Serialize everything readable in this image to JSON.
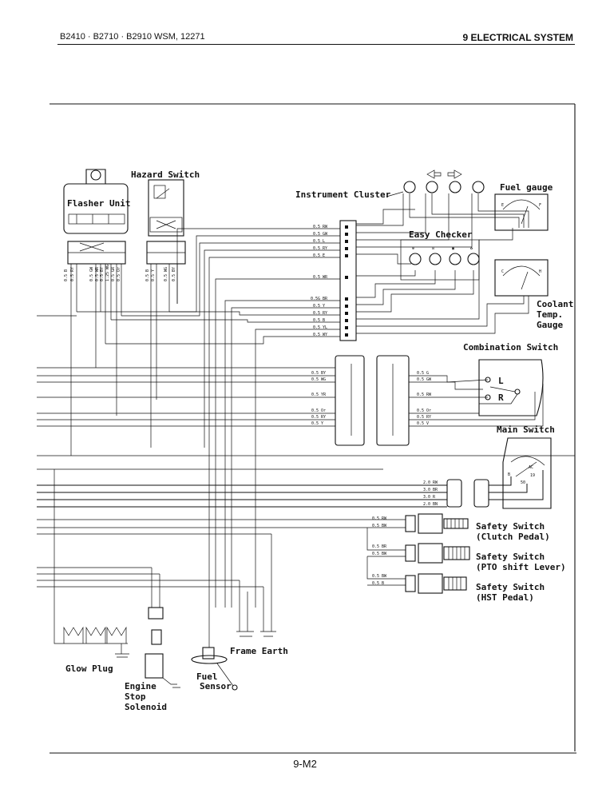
{
  "header": {
    "left": "B2410 · B2710 · B2910   WSM, 12271",
    "right": "9 ELECTRICAL SYSTEM"
  },
  "footer": {
    "page": "9-M2"
  },
  "labels": {
    "hazard_switch": "Hazard Switch",
    "flasher_unit": "Flasher Unit",
    "instrument_cluster": "Instrument Cluster",
    "fuel_gauge": "Fuel gauge",
    "easy_checker": "Easy Checker",
    "coolant_1": "Coolant",
    "coolant_2": "Temp.",
    "coolant_3": "Gauge",
    "combination_switch": "Combination Switch",
    "main_switch": "Main Switch",
    "safety_clutch_1": "Safety Switch",
    "safety_clutch_2": "(Clutch Pedal)",
    "safety_pto_1": "Safety Switch",
    "safety_pto_2": "(PTO shift Lever)",
    "safety_hst_1": "Safety Switch",
    "safety_hst_2": "(HST Pedal)",
    "glow_plug": "Glow Plug",
    "engine_1": "Engine",
    "engine_2": "Stop",
    "engine_3": "Solenoid",
    "fuel_1": "Fuel",
    "fuel_2": "Sensor",
    "frame_earth": "Frame Earth",
    "cs_L": "L",
    "cs_R": "R",
    "ms_AC": "AC",
    "ms_19": "19",
    "ms_50": "50",
    "ms_B": "B"
  },
  "wire_labels": {
    "cluster": [
      "0.5 RW",
      "0.5 GW",
      "0.5 L",
      "0.5 RY",
      "0.5 E",
      "0.5 WR",
      "0.5G BR",
      "0.5 Y",
      "0.5 RY",
      "0.5 B",
      "0.5 YL",
      "0.5 WY"
    ],
    "combo_left": [
      "0.5 BY",
      "0.5 WG",
      "0.5 YR",
      "0.5 Or",
      "0.5 RY",
      "0.5 Y"
    ],
    "combo_right": [
      "0.5 G",
      "0.5 GW",
      "0.5 RW",
      "0.5 Or",
      "0.5 RY",
      "0.5 V"
    ],
    "main": [
      "2.0 RW",
      "3.0 BR",
      "3.0 R",
      "2.0 BN"
    ],
    "safety_clutch": [
      "0.5 RW",
      "0.5 BW"
    ],
    "safety_pto": [
      "0.5 BR",
      "0.5 BW"
    ],
    "safety_hst": [
      "0.5 BW",
      "0.5 B"
    ]
  }
}
